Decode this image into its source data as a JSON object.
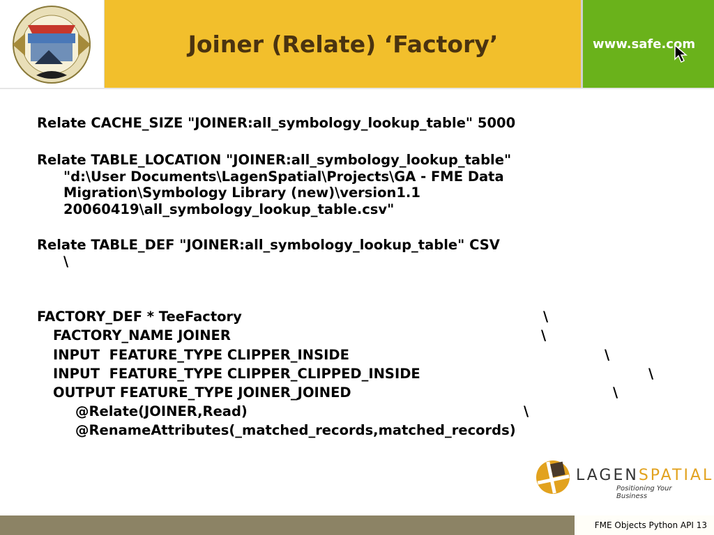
{
  "header": {
    "title": "Joiner (Relate) ‘Factory’",
    "url": "www.safe.com",
    "logo_icon": "fme-worldwide-user-conference-logo"
  },
  "body_lines": {
    "l1": "Relate CACHE_SIZE \"JOINER:all_symbology_lookup_table\" 5000",
    "l2": "Relate TABLE_LOCATION \"JOINER:all_symbology_lookup_table\"",
    "l3": "\"d:\\User Documents\\LagenSpatial\\Projects\\GA - FME Data",
    "l4": "Migration\\Symbology Library (new)\\version1.1",
    "l5": "20060419\\all_symbology_lookup_table.csv\"",
    "l6": "Relate TABLE_DEF \"JOINER:all_symbology_lookup_table\" CSV",
    "l7": "\\",
    "l8": "FACTORY_DEF * TeeFactory",
    "l9": "FACTORY_NAME JOINER",
    "l10": "INPUT  FEATURE_TYPE CLIPPER_INSIDE",
    "l11": "INPUT  FEATURE_TYPE CLIPPER_CLIPPED_INSIDE",
    "l12": "OUTPUT FEATURE_TYPE JOINER_JOINED",
    "l13": "@Relate(JOINER,Read)",
    "l14": "@RenameAttributes(_matched_records,matched_records)",
    "bs": "\\"
  },
  "lagen": {
    "name_a": "LAGEN",
    "name_b": "SPATIAL",
    "tagline": "Positioning Your Business"
  },
  "footer": {
    "text": "FME Objects Python API 13"
  },
  "colors": {
    "title_band": "#f2bf2c",
    "url_band": "#6ab21b",
    "footer_band": "#8c8365"
  }
}
